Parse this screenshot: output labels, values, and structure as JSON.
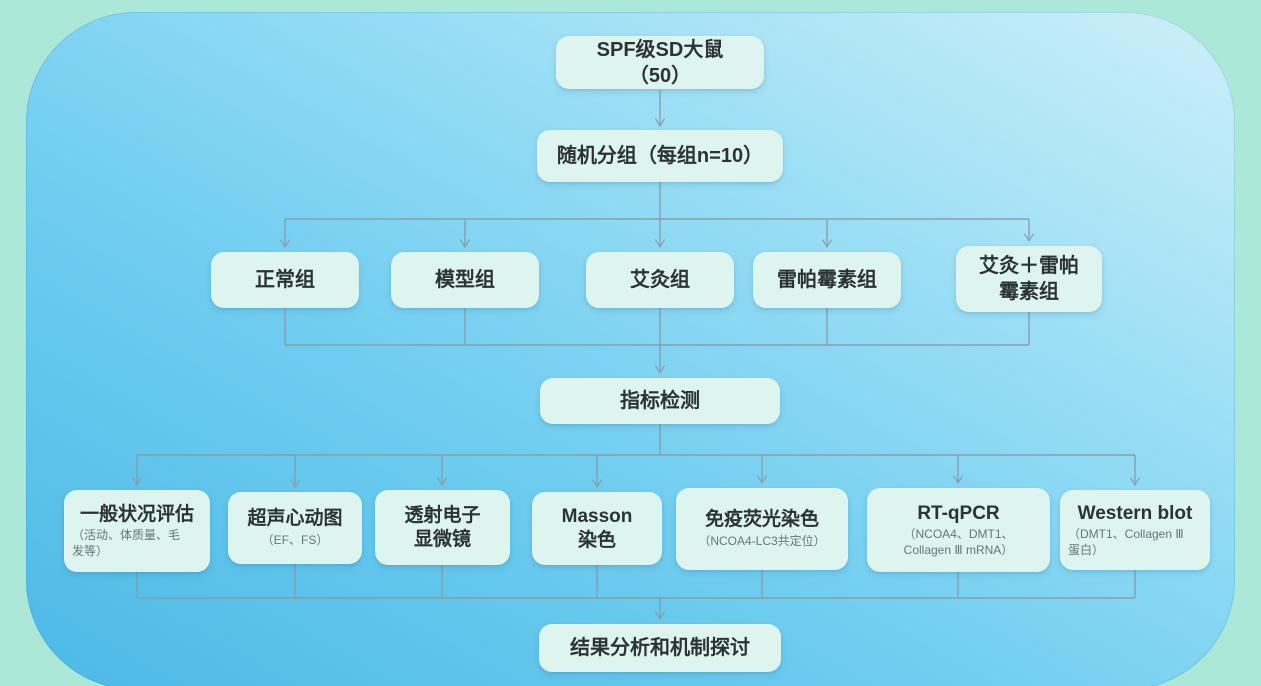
{
  "colors": {
    "outer_background": "#ace8d8",
    "panel_gradient_start": "#4cb9e6",
    "panel_gradient_end": "#cdeff8",
    "node_fill": "#ddf5ee",
    "line_color": "#8b99a2",
    "title_color": "#2d3335",
    "subtitle_color": "#68757c"
  },
  "flowchart": {
    "subjects": {
      "label": "SPF级SD大鼠\n（50）"
    },
    "randomization": {
      "label": "随机分组（每组n=10）"
    },
    "groups": [
      {
        "label": "正常组"
      },
      {
        "label": "模型组"
      },
      {
        "label": "艾灸组"
      },
      {
        "label": "雷帕霉素组"
      },
      {
        "label": "艾灸＋雷帕\n霉素组"
      }
    ],
    "detection": {
      "label": "指标检测"
    },
    "tests": [
      {
        "title": "一般状况评估",
        "subtitle": "（活动、体质量、毛\n发等）"
      },
      {
        "title": "超声心动图",
        "subtitle": "（EF、FS）"
      },
      {
        "title": "透射电子\n显微镜",
        "subtitle": ""
      },
      {
        "title": "Masson\n染色",
        "subtitle": ""
      },
      {
        "title": "免疫荧光染色",
        "subtitle": "（NCOA4-LC3共定位）"
      },
      {
        "title": "RT-qPCR",
        "subtitle": "（NCOA4、DMT1、\nCollagen Ⅲ mRNA）"
      },
      {
        "title": "Western blot",
        "subtitle": "（DMT1、Collagen Ⅲ\n蛋白）"
      }
    ],
    "conclusion": {
      "label": "结果分析和机制探讨"
    }
  }
}
